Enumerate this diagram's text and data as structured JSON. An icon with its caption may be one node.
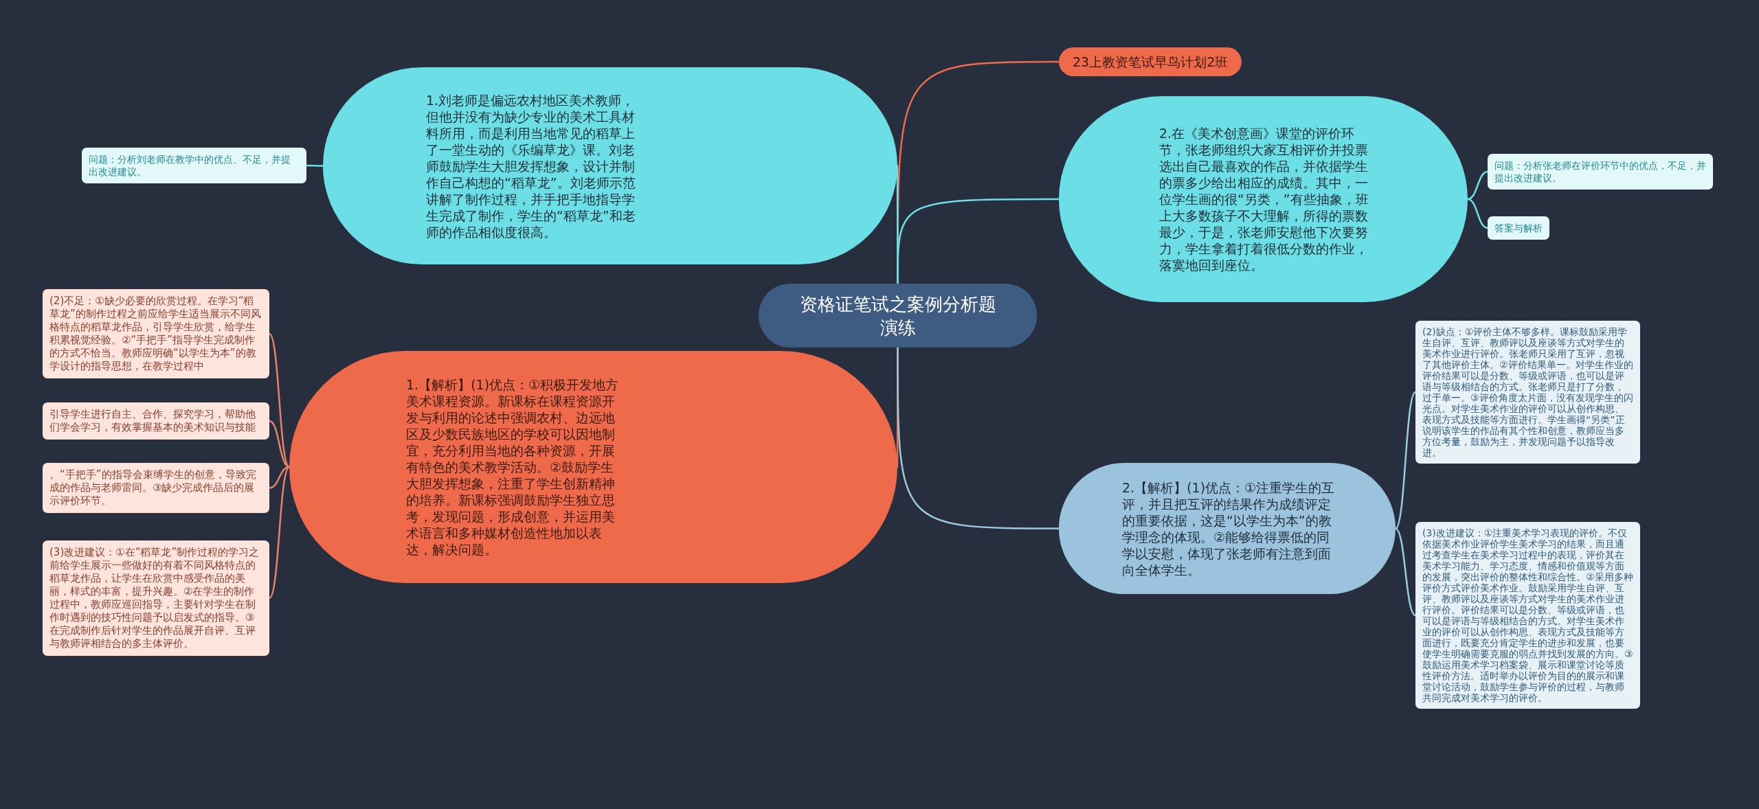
{
  "diagram": {
    "nodes": [
      {
        "text": [
          "资格证笔试之案例分析题演练"
        ]
      },
      {
        "text": [
          "23上教资笔试早鸟计划2班"
        ]
      },
      {
        "text": [
          "1.刘老师是偏远农村地区美术教师，但他并没有为缺少专业的美术工具材料所用，而是利用当地常见的稻草上了一堂生动的《乐编草龙》课。刘老师鼓励学生大胆发挥想象，设计并制作自己构想的“稻草龙”。刘老师示范讲解了制作过程，并手把手地指导学生完成了制作，学生的“稻草龙”和老师的作品相似度很高。"
        ]
      },
      {
        "text": [
          "问题：分析刘老师在教学中的优点、不足，并提出改进建议。"
        ]
      },
      {
        "text": [
          "2.在《美术创意画》课堂的评价环节，张老师组织大家互相评价并投票选出自己最喜欢的作品，并依据学生的票多少给出相应的成绩。其中，一位学生画的很“另类，”有些抽象，班上大多数孩子不大理解，所得的票数最少，于是，张老师安慰他下次要努力，学生拿着打着很低分数的作业，落寞地回到座位。"
        ]
      },
      {
        "text": [
          "问题：分析张老师在评价环节中的优点，不足，并提出改进建议。"
        ]
      },
      {
        "text": [
          "答案与解析"
        ]
      },
      {
        "text": [
          "1.【解析】(1)优点：①积极开发地方美术课程资源。新课标在课程资源开发与利用的论述中强调农村、边远地区及少数民族地区的学校可以因地制宜，充分利用当地的各种资源，开展有特色的美术教学活动。②鼓励学生大胆发挥想象，注重了学生创新精神的培养。新课标强调鼓励学生独立思考，发现问题，形成创意，并运用美术语言和多种媒材创造性地加以表达，解决问题。"
        ]
      },
      {
        "text": [
          "(2)不足：①缺少必要的欣赏过程。在学习“稻草龙”的制作过程之前应给学生适当展示不同风格特点的稻草龙作品，引导学生欣赏，给学生积累视觉经验。②“手把手”指导学生完成制作的方式不恰当。教师应明确“以学生为本”的教学设计的指导思想，在教学过程中"
        ]
      },
      {
        "text": [
          "引导学生进行自主、合作、探究学习，帮助他们学会学习，有效掌握基本的美术知识与技能"
        ]
      },
      {
        "text": [
          "。“手把手”的指导会束缚学生的创意，导致完成的作品与老师雷同。③缺少完成作品后的展示评价环节。"
        ]
      },
      {
        "text": [
          "(3)改进建议：①在“稻草龙”制作过程的学习之前给学生展示一些做好的有着不同风格特点的稻草龙作品，让学生在欣赏中感受作品的美丽，样式的丰富，提升兴趣。②在学生的制作过程中，教师应巡回指导，主要针对学生在制作时遇到的技巧性问题予以启发式的指导。③在完成制作后针对学生的作品展开自评、互评与教师评相结合的多主体评价。"
        ]
      },
      {
        "text": [
          "2.【解析】(1)优点：①注重学生的互评，并且把互评的结果作为成绩评定的重要依据，这是“以学生为本”的教学理念的体现。②能够给得票低的同学以安慰，体现了张老师有注意到面向全体学生。"
        ]
      },
      {
        "text": [
          "(2)缺点：①评价主体不够多样。课标鼓励采用学生自评、互评、教师评以及座谈等方式对学生的美术作业进行评价。张老师只采用了互评，忽视了其他评价主体。②评价结果单一。对学生作业的评价结果可以是分数、等级或评语，也可以是评语与等级相结合的方式。张老师只是打了分数，过于单一。③评价角度太片面，没有发现学生的闪光点。对学生美术作业的评价可以从创作构思、表现方式及技能等方面进行。学生画得“另类”正说明该学生的作品有其个性和创意，教师应当多方位考量，鼓励为主，并发现问题予以指导改进。"
        ]
      },
      {
        "text": [
          "(3)改进建议：①注重美术学习表现的评价。不仅依据美术作业评价学生美术学习的结果，而且通过考查学生在美术学习过程中的表现，评价其在美术学习能力、学习态度、情感和价值观等方面的发展，突出评价的整体性和综合性。②采用多种评价方式评价美术作业。鼓励采用学生自评、互评、教师评以及座谈等方式对学生的美术作业进行评价。评价结果可以是分数、等级或评语，也可以是评语与等级相结合的方式。对学生美术作业的评价可以从创作构思、表现方式及技能等方面进行，既要充分肯定学生的进步和发展，也要使学生明确需要克服的弱点并找到发展的方向。③鼓励运用美术学习档案袋、展示和课堂讨论等质性评价方法。适时举办以评价为目的的展示和课堂讨论活动，鼓励学生参与评价的过程，与教师共同完成对美术学习的评价。"
        ]
      }
    ],
    "edges": [
      {
        "from": 0,
        "to": 1,
        "arrow": "none",
        "color": "#ef6a4a"
      },
      {
        "from": 0,
        "to": 2,
        "arrow": "none",
        "color": "#6bdfe5"
      },
      {
        "from": 2,
        "to": 3,
        "arrow": "none",
        "color": "#6bdfe5"
      },
      {
        "from": 0,
        "to": 4,
        "arrow": "none",
        "color": "#6bdfe5"
      },
      {
        "from": 4,
        "to": 5,
        "arrow": "none",
        "color": "#6bdfe5"
      },
      {
        "from": 4,
        "to": 6,
        "arrow": "none",
        "color": "#6bdfe5"
      },
      {
        "from": 0,
        "to": 7,
        "arrow": "none",
        "color": "#ef6a4a"
      },
      {
        "from": 7,
        "to": 8,
        "arrow": "none",
        "color": "#e8836a"
      },
      {
        "from": 7,
        "to": 9,
        "arrow": "none",
        "color": "#e8836a"
      },
      {
        "from": 7,
        "to": 10,
        "arrow": "none",
        "color": "#e8836a"
      },
      {
        "from": 7,
        "to": 11,
        "arrow": "none",
        "color": "#e8836a"
      },
      {
        "from": 0,
        "to": 12,
        "arrow": "none",
        "color": "#9ccbe0"
      },
      {
        "from": 12,
        "to": 13,
        "arrow": "none",
        "color": "#9ccbe0"
      },
      {
        "from": 12,
        "to": 14,
        "arrow": "none",
        "color": "#9ccbe0"
      }
    ]
  }
}
